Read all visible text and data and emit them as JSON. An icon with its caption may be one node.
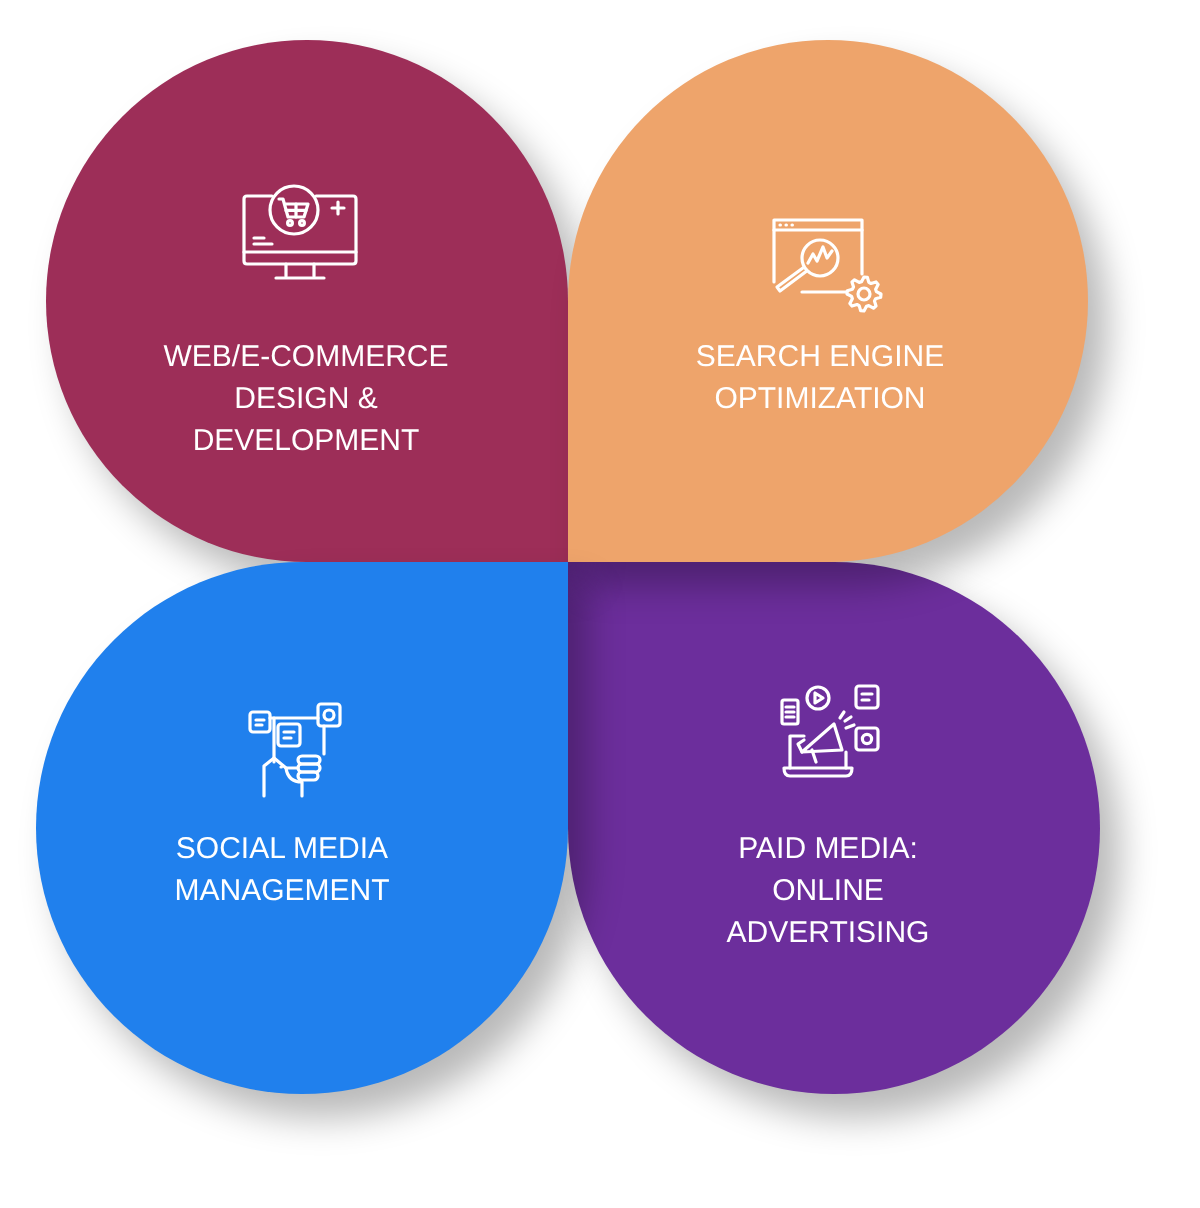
{
  "diagram": {
    "nodes": [
      {
        "text": [
          "WEB/E-COMMERCE DESIGN & DEVELOPMENT"
        ]
      },
      {
        "text": [
          "SEARCH ENGINE OPTIMIZATION"
        ]
      },
      {
        "text": [
          "SOCIAL MEDIA MANAGEMENT"
        ]
      },
      {
        "text": [
          "PAID MEDIA: ONLINE ADVERTISING"
        ]
      }
    ]
  }
}
